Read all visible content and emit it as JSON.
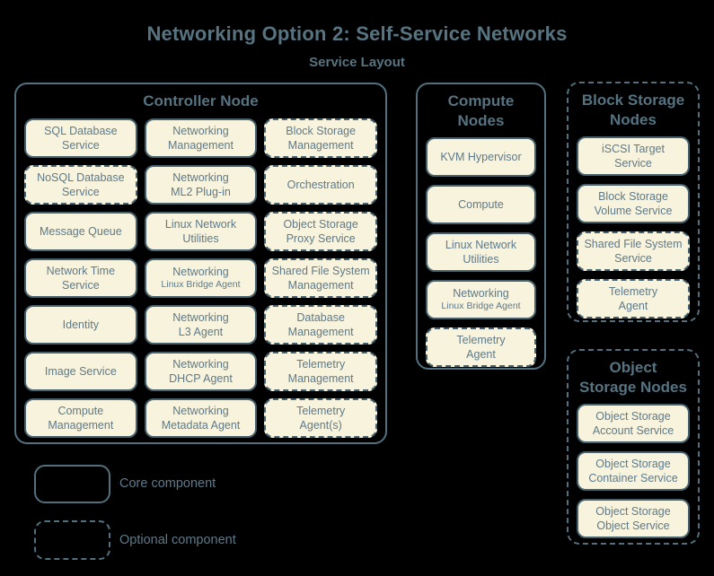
{
  "page": {
    "title": "Networking Option 2: Self-Service Networks",
    "subtitle": "Service Layout"
  },
  "colors": {
    "background": "#000000",
    "panel_border": "#52707e",
    "heading_text": "#567381",
    "box_fill": "#f8f3dd",
    "box_border": "#46626e",
    "box_text": "#5e7a89"
  },
  "groups": [
    {
      "id": "controller",
      "title": "Controller Node",
      "optional": false,
      "services": [
        {
          "label": "SQL Database\nService",
          "optional": false
        },
        {
          "label": "Networking\nManagement",
          "optional": false
        },
        {
          "label": "Block Storage\nManagement",
          "optional": true
        },
        {
          "label": "NoSQL Database\nService",
          "optional": true
        },
        {
          "label": "Networking\nML2 Plug-in",
          "optional": false
        },
        {
          "label": "Orchestration",
          "optional": true
        },
        {
          "label": "Message Queue",
          "optional": false
        },
        {
          "label": "Linux Network\nUtilities",
          "optional": false
        },
        {
          "label": "Object Storage\nProxy Service",
          "optional": true
        },
        {
          "label": "Network Time\nService",
          "optional": false
        },
        {
          "label": "Networking",
          "sublabel": "Linux Bridge Agent",
          "optional": false
        },
        {
          "label": "Shared File System\nManagement",
          "optional": true
        },
        {
          "label": "Identity",
          "optional": false
        },
        {
          "label": "Networking\nL3 Agent",
          "optional": false
        },
        {
          "label": "Database\nManagement",
          "optional": true
        },
        {
          "label": "Image Service",
          "optional": false
        },
        {
          "label": "Networking\nDHCP Agent",
          "optional": false
        },
        {
          "label": "Telemetry\nManagement",
          "optional": true
        },
        {
          "label": "Compute\nManagement",
          "optional": false
        },
        {
          "label": "Networking\nMetadata Agent",
          "optional": false
        },
        {
          "label": "Telemetry\nAgent(s)",
          "optional": true
        }
      ]
    },
    {
      "id": "compute",
      "title": "Compute\nNodes",
      "optional": false,
      "services": [
        {
          "label": "KVM Hypervisor",
          "optional": false
        },
        {
          "label": "Compute",
          "optional": false
        },
        {
          "label": "Linux Network\nUtilities",
          "optional": false
        },
        {
          "label": "Networking",
          "sublabel": "Linux Bridge Agent",
          "optional": false
        },
        {
          "label": "Telemetry\nAgent",
          "optional": true
        }
      ]
    },
    {
      "id": "block-storage",
      "title": "Block Storage\nNodes",
      "optional": true,
      "services": [
        {
          "label": "iSCSI Target\nService",
          "optional": false
        },
        {
          "label": "Block Storage\nVolume Service",
          "optional": false
        },
        {
          "label": "Shared File System\nService",
          "optional": true
        },
        {
          "label": "Telemetry\nAgent",
          "optional": true
        }
      ]
    },
    {
      "id": "object-storage",
      "title": "Object\nStorage Nodes",
      "optional": true,
      "services": [
        {
          "label": "Object Storage\nAccount Service",
          "optional": false
        },
        {
          "label": "Object Storage\nContainer Service",
          "optional": false
        },
        {
          "label": "Object Storage\nObject Service",
          "optional": false
        }
      ]
    }
  ],
  "legend": {
    "items": [
      {
        "label": "Core component",
        "style": "solid"
      },
      {
        "label": "Optional component",
        "style": "dashed"
      }
    ]
  }
}
